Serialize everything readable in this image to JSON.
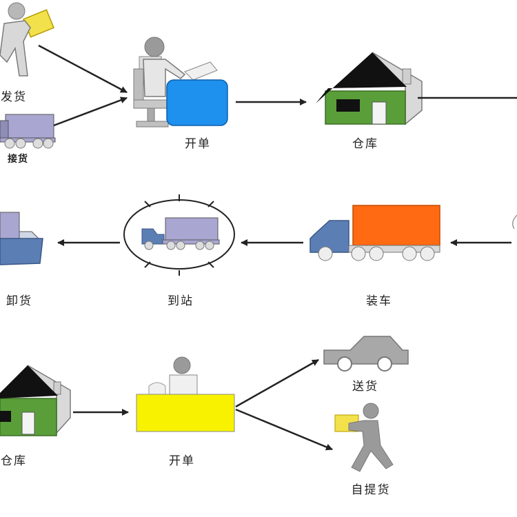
{
  "labels": {
    "ship": "发货",
    "receive": "接货",
    "bill_top": "开单",
    "warehouse_top": "仓库",
    "unload": "卸货",
    "arrive": "到站",
    "load": "装车",
    "warehouse_bottom": "仓库",
    "bill_bottom": "开单",
    "deliver": "送货",
    "self_pickup": "自提货"
  },
  "colors": {
    "figure_gray": "#b8b8b8",
    "figure_outline": "#7a7a7a",
    "package_yellow": "#f2e14a",
    "monitor_blue": "#1e90ee",
    "house_green": "#5a9e3a",
    "roof_black": "#111111",
    "truck_blue": "#5b7fb5",
    "truck_lavender": "#a9a6d2",
    "cargo_orange": "#ff6a13",
    "counter_yellow": "#f8f200",
    "car_gray": "#a8a8a8",
    "arrow": "#222222"
  }
}
